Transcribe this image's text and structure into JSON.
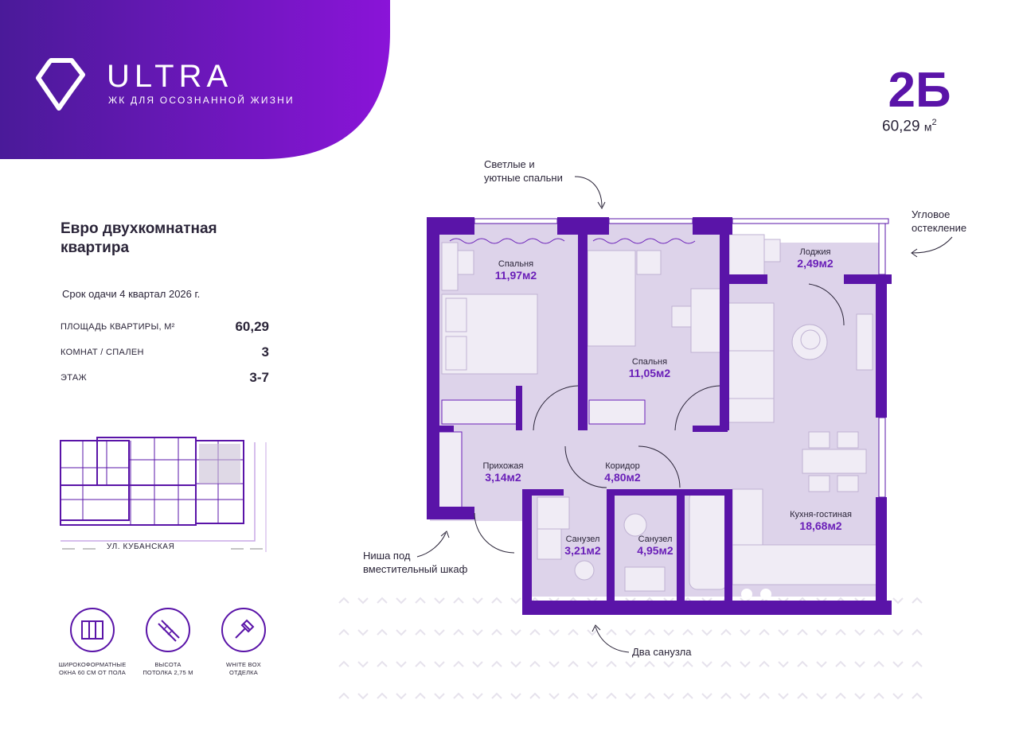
{
  "brand": {
    "name": "ULTRA",
    "tagline": "ЖК ДЛЯ ОСОЗНАННОЙ ЖИЗНИ",
    "accent_color": "#6a1fb8",
    "gradient_from": "#4a1a99",
    "gradient_to": "#8a14d8"
  },
  "apartment": {
    "type": "2Б",
    "area_value": "60,29",
    "area_unit": "м",
    "area_sup": "2",
    "title_line1": "Евро двухкомнатная",
    "title_line2": "квартира",
    "delivery": "Срок одачи 4 квартал 2026 г."
  },
  "specs": [
    {
      "label": "ПЛОЩАДЬ КВАРТИРЫ, М²",
      "value": "60,29"
    },
    {
      "label": "КОМНАТ / СПАЛЕН",
      "value": "3"
    },
    {
      "label": "ЭТАЖ",
      "value": "3-7"
    }
  ],
  "site_plan": {
    "street": "УЛ. КУБАНСКАЯ"
  },
  "features": [
    {
      "icon": "window-icon",
      "line1": "ШИРОКОФОРМАТНЫЕ",
      "line2": "ОКНА 60 СМ ОТ ПОЛА"
    },
    {
      "icon": "ceiling-height-icon",
      "line1": "ВЫСОТА",
      "line2": "ПОТОЛКА 2,75 М"
    },
    {
      "icon": "paint-brush-icon",
      "line1": "WHITE BOX",
      "line2": "ОТДЕЛКА"
    }
  ],
  "rooms": {
    "bedroom1": {
      "name": "Спальня",
      "area": "11,97м2"
    },
    "bedroom2": {
      "name": "Спальня",
      "area": "11,05м2"
    },
    "loggia": {
      "name": "Лоджия",
      "area": "2,49м2"
    },
    "hall": {
      "name": "Прихожая",
      "area": "3,14м2"
    },
    "corridor": {
      "name": "Коридор",
      "area": "4,80м2"
    },
    "bath1": {
      "name": "Санузел",
      "area": "3,21м2"
    },
    "bath2": {
      "name": "Санузел",
      "area": "4,95м2"
    },
    "kitchen": {
      "name": "Кухня-гостиная",
      "area": "18,68м2"
    }
  },
  "callouts": {
    "bright_bedrooms_1": "Светлые и",
    "bright_bedrooms_2": "уютные спальни",
    "corner_glazing_1": "Угловое",
    "corner_glazing_2": "остекление",
    "niche_1": "Ниша под",
    "niche_2": "вместительный шкаф",
    "two_baths": "Два санузла"
  }
}
